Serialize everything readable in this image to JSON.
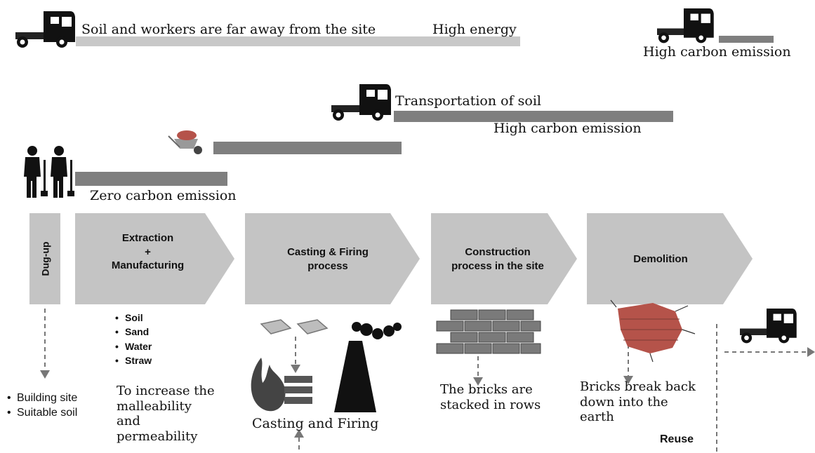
{
  "top_note": {
    "text": "Soil and workers are far away from the site",
    "energy": "High energy"
  },
  "emissions": {
    "top_right": "High carbon emission",
    "transport_label": "Transportation of soil",
    "transport_emission": "High carbon emission",
    "zero": "Zero carbon emission"
  },
  "stages": [
    {
      "label": "Dug-up"
    },
    {
      "label": "Extraction\n+\nManufacturing"
    },
    {
      "label": "Casting & Firing\nprocess"
    },
    {
      "label": "Construction\nprocess in the site"
    },
    {
      "label": "Demolition"
    }
  ],
  "dugup_items": [
    "Building site",
    "Suitable soil"
  ],
  "extraction_items": [
    "Soil",
    "Sand",
    "Water",
    "Straw"
  ],
  "extraction_note": "To increase the\nmalleability\nand\npermeability",
  "casting_caption": "Casting and Firing",
  "construction_caption": "The bricks are\nstacked in rows",
  "demolition_caption": "Bricks break back\ndown into the\nearth",
  "reuse_label": "Reuse",
  "colors": {
    "light_bar": "#c8c8c8",
    "dark_bar": "#7f7f7f",
    "chevron": "#c4c4c4",
    "brick_gray": "#7a7a7a",
    "brick_red": "#b5534a"
  }
}
